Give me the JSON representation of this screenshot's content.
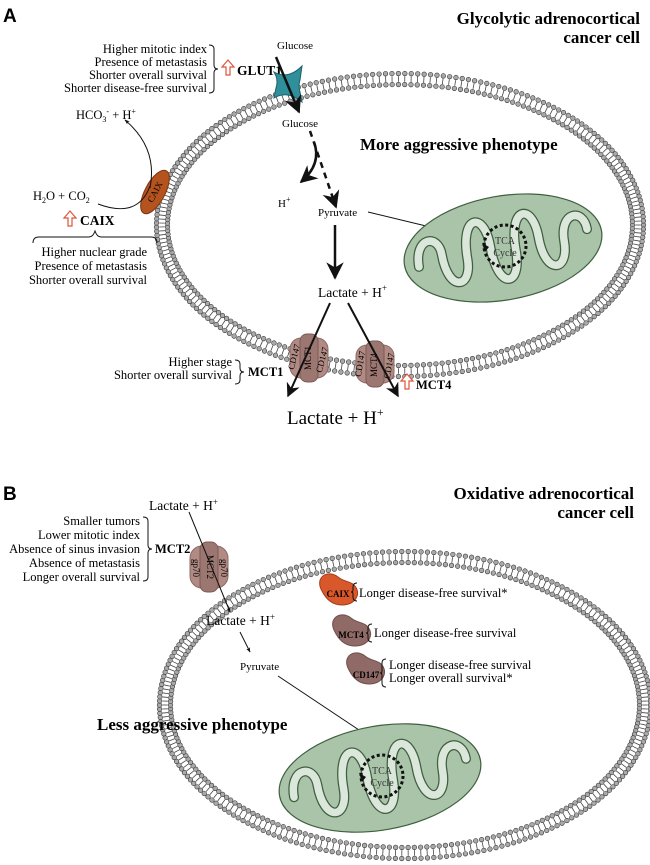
{
  "panel_a": {
    "letter": "A",
    "title_line1": "Glycolytic adrenocortical",
    "title_line2": "cancer cell",
    "phenotype": "More aggressive phenotype",
    "glut1": {
      "label": "GLUT1",
      "effects": [
        "Higher mitotic index",
        "Presence of metastasis",
        "Shorter overall survival",
        "Shorter disease-free survival"
      ]
    },
    "caix": {
      "label": "CAIX",
      "protein_label": "CAIX",
      "effects": [
        "Higher nuclear grade",
        "Presence of metastasis",
        "Shorter overall survival"
      ]
    },
    "mct1": {
      "label": "MCT1",
      "effects": [
        "Higher stage",
        "Shorter overall survival"
      ]
    },
    "mct4": {
      "label": "MCT4"
    },
    "protein_labels": {
      "cd147": "CD147",
      "mct1": "MCT1",
      "mct4": "MCT4"
    },
    "metabolites": {
      "glucose_out": "Glucose",
      "glucose_in": "Glucose",
      "hco3": "HCO",
      "hco3_sub": "3",
      "hco3_sup": "-",
      "plus_h": "+ H",
      "plus_sup": "+",
      "h2o": "H",
      "h2o_sub": "2",
      "h2o_rest": "O + CO",
      "co2_sub": "2",
      "h_plus": "H",
      "pyruvate": "Pyruvate",
      "lactate_in": "Lactate + H",
      "lactate_out": "Lactate + H"
    },
    "tca_line1": "TCA",
    "tca_line2": "Cycle"
  },
  "panel_b": {
    "letter": "B",
    "title_line1": "Oxidative adrenocortical",
    "title_line2": "cancer cell",
    "phenotype": "Less aggressive phenotype",
    "mct2": {
      "label": "MCT2",
      "effects": [
        "Smaller tumors",
        "Lower mitotic index",
        "Absence of sinus invasion",
        "Absence of metastasis",
        "Longer overall survival"
      ]
    },
    "protein_labels": {
      "gp70": "gp70",
      "mct2": "MCT2"
    },
    "metabolites": {
      "lactate_out": "Lactate  + H",
      "lactate_in": "Lactate + H",
      "pyruvate": "Pyruvate"
    },
    "markers": [
      {
        "name": "CAIX",
        "effects": [
          "Longer disease-free survival*"
        ],
        "color": "#d9582b"
      },
      {
        "name": "MCT4",
        "effects": [
          "Longer disease-free survival"
        ],
        "color": "#8f6a66"
      },
      {
        "name": "CD147",
        "effects": [
          "Longer disease-free survival",
          "Longer overall survival*"
        ],
        "color": "#8f6a66"
      }
    ],
    "tca_line1": "TCA",
    "tca_line2": "Cycle"
  },
  "colors": {
    "membrane_bead": "#a9a9a9",
    "mito_outer": "#a9c4a9",
    "mito_inner": "#dbe7db",
    "glut1": "#2f8f9b",
    "caix": "#b5531f",
    "mct_complex": "#b08a83",
    "up_arrow": "#e0533b"
  }
}
